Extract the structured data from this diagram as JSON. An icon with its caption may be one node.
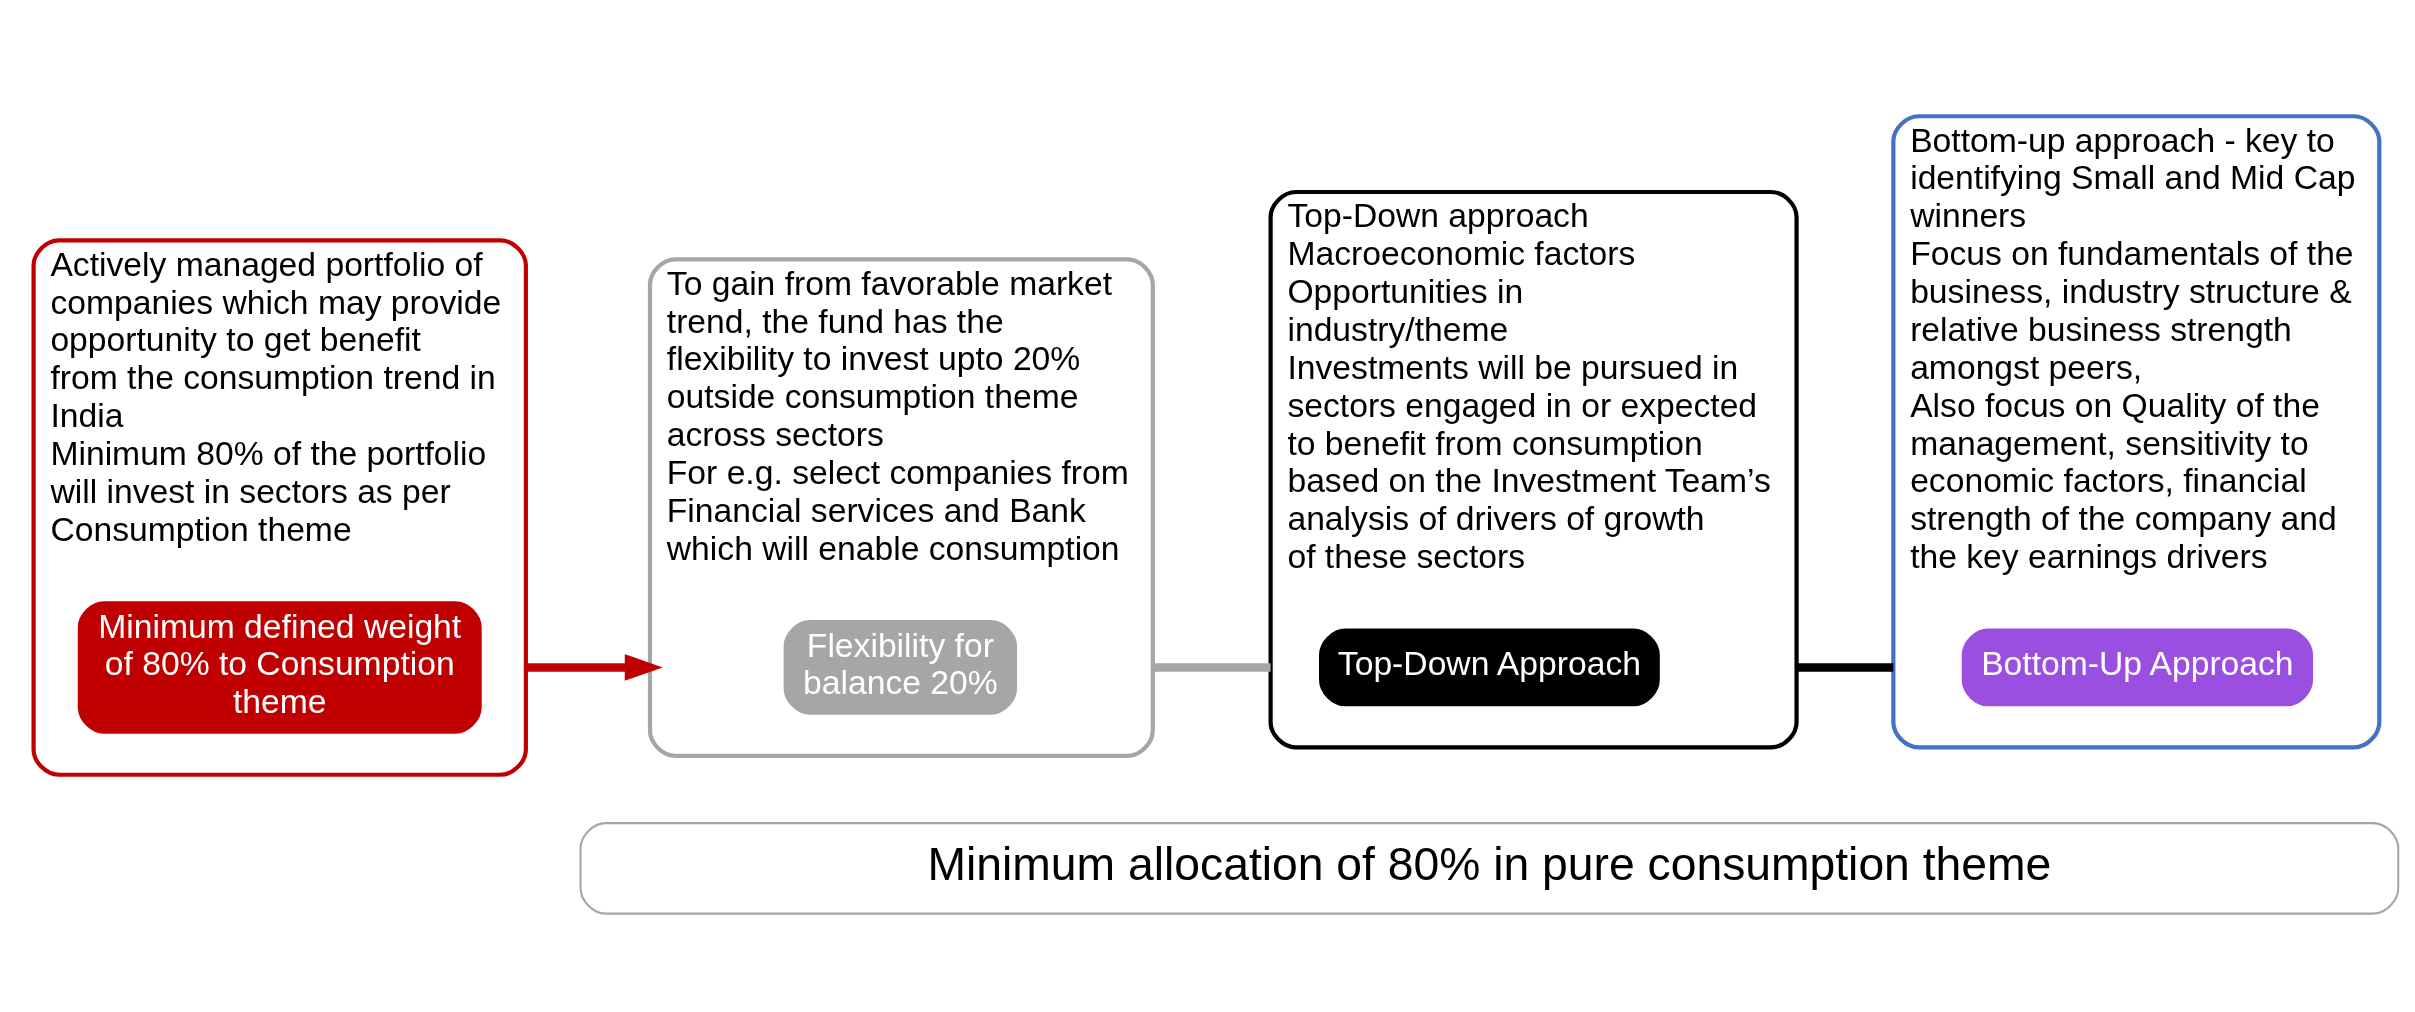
{
  "diagram": {
    "nodes": [
      {
        "text": [
          "Actively managed portfolio of companies which may provide opportunity to get benefit from the consumption trend in India",
          "Minimum 80% of the portfolio will invest in sectors as per Consumption theme"
        ]
      },
      {
        "text": [
          "Minimum defined weight of 80% to Consumption theme"
        ],
        "in": 0
      },
      {
        "text": [
          "To gain from favorable market trend, the fund has the flexibility to invest upto 20% outside consumption theme across sectors",
          "For e.g. select companies from Financial services and Bank which will enable consumption"
        ]
      },
      {
        "text": [
          "Flexibility for balance 20%"
        ],
        "in": 2
      },
      {
        "text": [
          "Top-Down approach",
          "Macroeconomic factors",
          "Opportunities in industry/theme",
          "Investments will be pursued in sectors engaged in or expected to benefit from consumption based on the Investment Team’s analysis of drivers of growth of these sectors"
        ]
      },
      {
        "text": [
          "Top-Down Approach"
        ],
        "in": 4
      },
      {
        "text": [
          "Bottom-up approach - key to identifying Small and Mid Cap winners",
          "Focus on fundamentals of the business, industry structure & relative business strength amongst peers,",
          "Also focus on Quality of the management, sensitivity to economic factors, financial strength of the company and the key earnings drivers"
        ]
      },
      {
        "text": [
          "Bottom-Up Approach"
        ],
        "in": 6
      },
      {
        "text": [
          "Minimum allocation of 80% in pure consumption theme"
        ]
      }
    ],
    "edges": [
      {
        "from": 0,
        "to": 2,
        "arrow": "to",
        "color": "#c00000"
      },
      {
        "from": 2,
        "to": 4,
        "arrow": "none",
        "color": "#a6a6a6"
      },
      {
        "from": 4,
        "to": 6,
        "arrow": "none",
        "color": "#000000"
      }
    ]
  }
}
